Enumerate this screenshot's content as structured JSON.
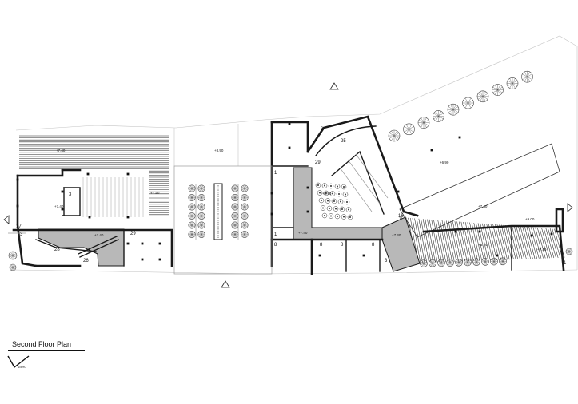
{
  "title": "Second Floor Plan",
  "north_label": "NORTH",
  "rooms": [
    "3",
    "25",
    "29",
    "1",
    "3",
    "17",
    "3",
    "28",
    "26",
    "29",
    "16",
    "3",
    "8",
    "8",
    "8",
    "8",
    "1",
    "1"
  ],
  "levels": [
    "+7.40",
    "+8.90",
    "+7.40",
    "+7.40",
    "+8.90",
    "+7.40",
    "+6.90",
    "+7.40",
    "+7.40",
    "+9.00",
    "+5.74",
    "+7.40",
    "+7.40"
  ],
  "colors": {
    "line": "#1a1a1a",
    "shade": "#b8b8b8"
  }
}
